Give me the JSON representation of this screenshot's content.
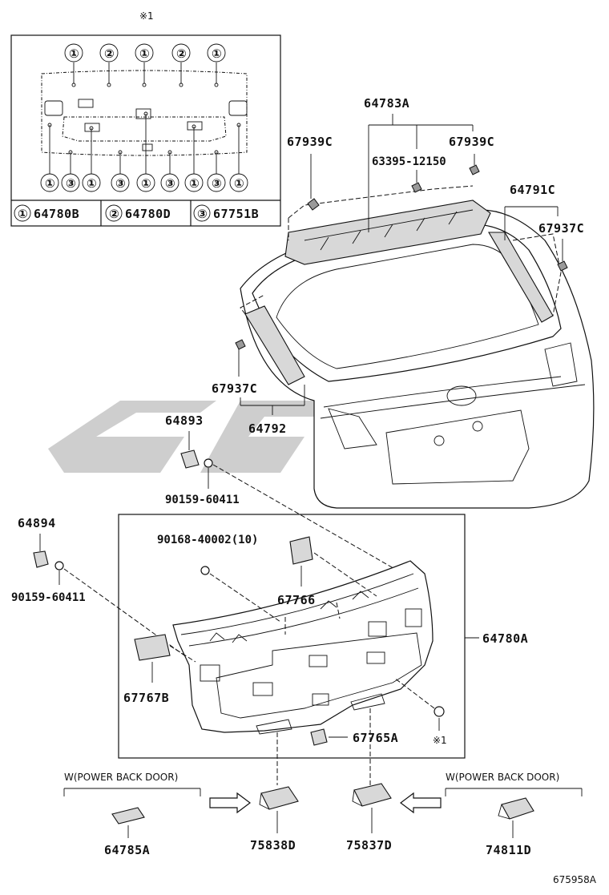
{
  "legend_box": {
    "reference_mark": "※1",
    "top_callouts": [
      "①",
      "②",
      "①",
      "②",
      "①"
    ],
    "bottom_callouts": [
      "①",
      "③",
      "①",
      "③",
      "①",
      "③",
      "①",
      "③",
      "①"
    ],
    "legend": [
      {
        "symbol": "①",
        "part": "64780B"
      },
      {
        "symbol": "②",
        "part": "64780D"
      },
      {
        "symbol": "③",
        "part": "67751B"
      }
    ]
  },
  "labels": {
    "p64783A": "64783A",
    "p67939C_left": "67939C",
    "p67939C_right": "67939C",
    "p63395": "63395-12150",
    "p64791C": "64791C",
    "p67937C_right": "67937C",
    "p67937C_left": "67937C",
    "p64792": "64792",
    "p64893": "64893",
    "p90159_top": "90159-60411",
    "p64894": "64894",
    "p90159_left": "90159-60411",
    "p90168": "90168-40002(10)",
    "p67766": "67766",
    "p64780A": "64780A",
    "p67767B": "67767B",
    "p67765A": "67765A",
    "ref_mark": "※1",
    "power_left": "W(POWER BACK DOOR)",
    "power_right": "W(POWER BACK DOOR)",
    "p64785A": "64785A",
    "p75838D": "75838D",
    "p75837D": "75837D",
    "p74811D": "74811D",
    "diagram_id": "675958A"
  },
  "watermark": "SF"
}
